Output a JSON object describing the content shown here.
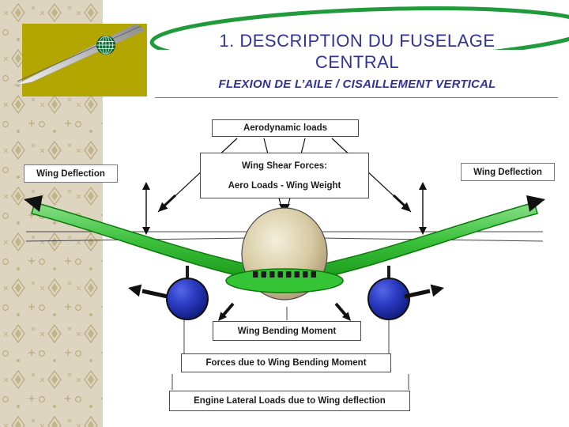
{
  "slide": {
    "title_line1": "1. DESCRIPTION DU FUSELAGE",
    "title_line2": "CENTRAL",
    "subtitle": "FLEXION DE L’AILE / CISAILLEMENT VERTICAL"
  },
  "diagram": {
    "aerodynamic_loads": "Aerodynamic loads",
    "wing_deflection_left": "Wing Deflection",
    "wing_deflection_right": "Wing Deflection",
    "wing_shear_forces": "Wing Shear Forces:",
    "aero_loads_wing_weight": "Aero Loads - Wing Weight",
    "wing_bending_moment": "Wing Bending Moment",
    "forces_due_bending": "Forces due to Wing Bending Moment",
    "engine_lateral_loads": "Engine Lateral Loads due to Wing deflection"
  },
  "colors": {
    "title-blue": "#32329b",
    "swoosh-green": "#219a3c",
    "olive-block": "#b3a600",
    "wing-green": "#35c435",
    "wing-green-dark": "#0b7a0b",
    "engine-blue": "#2433b8",
    "fuselage-tan": "#cfc19a",
    "label-text": "#1c1c1c"
  }
}
